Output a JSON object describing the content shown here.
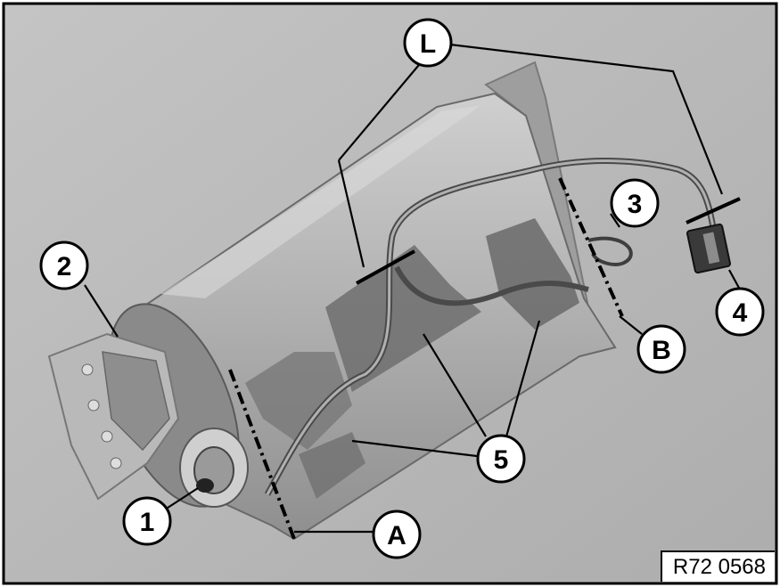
{
  "callouts": {
    "one": "1",
    "two": "2",
    "three": "3",
    "four": "4",
    "five": "5",
    "A": "A",
    "B": "B",
    "L": "L"
  },
  "reference": "R72 0568",
  "colors": {
    "background": "#b8b8b8",
    "housing": "#a7a7a7",
    "tape": "#6f6f6f",
    "outline": "#000000"
  }
}
